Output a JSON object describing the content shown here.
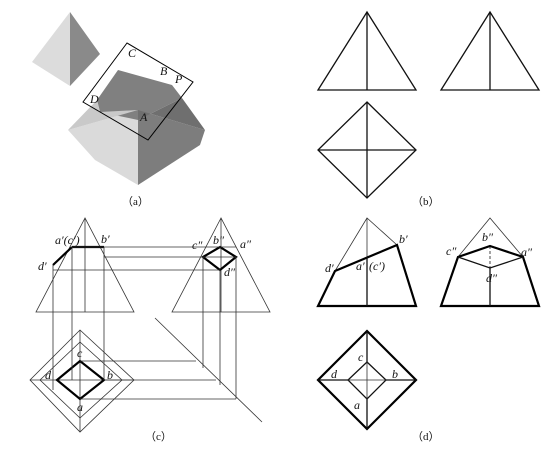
{
  "panels": {
    "a": {
      "caption": "（a）",
      "labels": {
        "c": "C",
        "b": "B",
        "p": "P",
        "d": "D",
        "a": "A"
      }
    },
    "b": {
      "caption": "（b）"
    },
    "c": {
      "caption": "（c）",
      "labels": {
        "ac_prime": "a′(c′)",
        "b_prime": "b′",
        "d_prime": "d′",
        "c_dprime": "c″",
        "b_dprime": "b″",
        "a_dprime": "a″",
        "d_dprime": "d″",
        "c": "c",
        "d": "d",
        "b": "b",
        "a": "a"
      }
    },
    "d": {
      "caption": "（d）",
      "labels": {
        "b_prime": "b′",
        "d_prime": "d′",
        "a_prime": "a′",
        "c_prime": "(c′)",
        "c_dprime": "c″",
        "b_dprime": "b″",
        "a_dprime": "a″",
        "d_dprime": "d″",
        "c": "c",
        "d": "d",
        "b": "b",
        "a": "a"
      }
    }
  },
  "colors": {
    "light_face": "#d9d9d9",
    "mid_face": "#bfbfbf",
    "dark_face": "#7a7a7a",
    "line": "#111111"
  }
}
